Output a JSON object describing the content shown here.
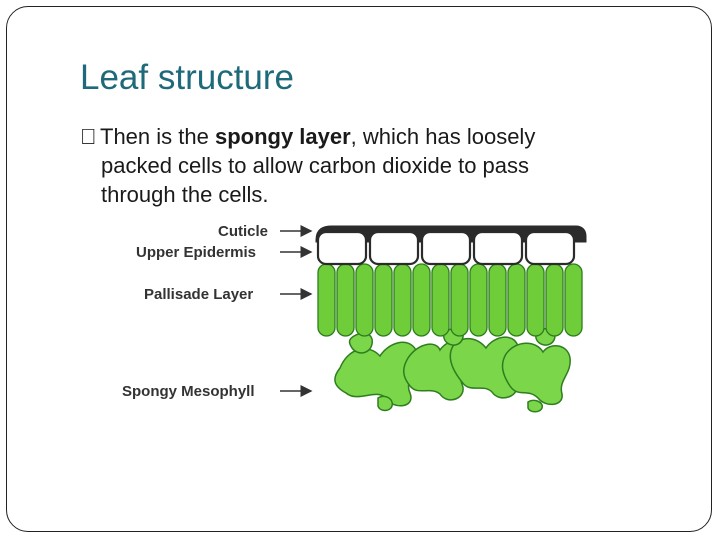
{
  "slide": {
    "title": "Leaf structure",
    "bullet_marker": "",
    "bullet_lead": "Then is the ",
    "bullet_bold": "spongy layer",
    "bullet_rest_line1": ", which has loosely",
    "bullet_line2": "packed cells to allow carbon dioxide to pass",
    "bullet_line3": "through the cells."
  },
  "diagram": {
    "labels": [
      "Cuticle",
      "Upper Epidermis",
      "Pallisade Layer",
      "Spongy Mesophyll"
    ],
    "colors": {
      "cuticle": "#2b2b2b",
      "epidermis": "#ffffff",
      "palisade": "#6fcd3a",
      "spongy": "#7bd64a",
      "outline": "#2e7d1e"
    }
  }
}
